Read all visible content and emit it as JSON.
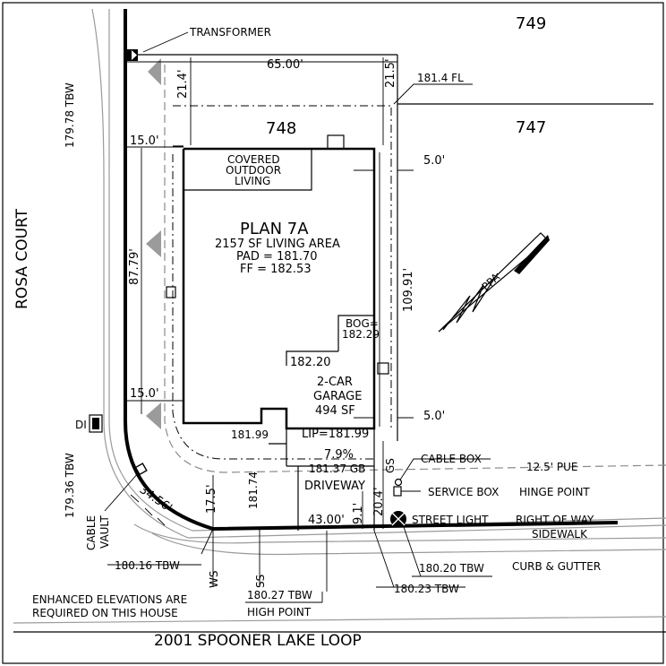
{
  "lots": {
    "north": "749",
    "current": "748",
    "east": "747"
  },
  "streets": {
    "west": "ROSA COURT",
    "south": "2001 SPOONER LAKE LOOP"
  },
  "plan": {
    "name": "PLAN 7A",
    "living_area": "2157 SF LIVING AREA",
    "pad": "PAD = 181.70",
    "ff": "FF = 182.53"
  },
  "covered_outdoor": [
    "COVERED",
    "OUTDOOR",
    "LIVING"
  ],
  "garage": {
    "line1": "2-CAR",
    "line2": "GARAGE",
    "area": "494 SF",
    "lip": "LIP=181.99"
  },
  "bog": [
    "BOG=",
    "182.29"
  ],
  "elevations": {
    "el_182_20": "182.20",
    "el_181_99": "181.99",
    "el_181_74": "181.74",
    "gb": "181.37 GB",
    "fl": "181.4 FL"
  },
  "dimensions": {
    "width_top": "65.00'",
    "setback_a": "21.4'",
    "setback_b": "21.5'",
    "side_west_top": "15.0'",
    "side_west_bottom": "15.0'",
    "side_east_top": "5.0'",
    "side_east_bottom": "5.0'",
    "depth_east": "109.91'",
    "depth_west": "87.79'",
    "corner_arc": "34.56'",
    "front_17_5": "17.5'",
    "frontage": "43.00'",
    "drive_9_1": "9.1'",
    "drive_20_4": "20.4'"
  },
  "driveway": {
    "slope": "7.9%",
    "label": "DRIVEWAY"
  },
  "utilities": {
    "transformer": "TRANSFORMER",
    "cable_box": "CABLE BOX",
    "pue": "12.5' PUE",
    "service_box": "SERVICE BOX",
    "hinge_point": "HINGE POINT",
    "street_light": "STREET LIGHT",
    "right_of_way": "RIGHT OF WAY",
    "sidewalk": "SIDEWALK",
    "curb_gutter": "CURB & GUTTER",
    "cable_vault": [
      "CABLE",
      "VAULT"
    ],
    "di": "DI",
    "ws": "WS",
    "ss": "SS",
    "gs": "GS"
  },
  "tbw": {
    "tbw_179_78": "179.78 TBW",
    "tbw_179_36": "179.36 TBW",
    "tbw_180_16": "180.16 TBW",
    "tbw_180_27": "180.27 TBW",
    "high_point": "HIGH POINT",
    "tbw_180_20": "180.20 TBW",
    "tbw_180_23": "180.23 TBW"
  },
  "notes": {
    "enhanced": [
      "ENHANCED ELEVATIONS ARE",
      "REQUIRED ON THIS HOUSE"
    ]
  },
  "north_arrow": {
    "label": "PPA"
  }
}
